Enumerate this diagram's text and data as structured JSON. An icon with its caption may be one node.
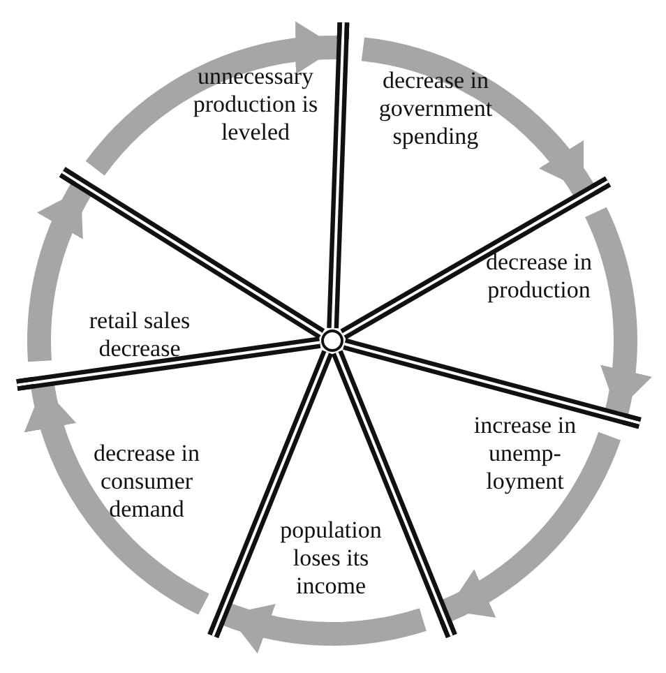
{
  "diagram": {
    "nodes": [
      {
        "text": [
          "unnecessary production is leveled"
        ]
      },
      {
        "text": [
          "decrease in government spending"
        ]
      },
      {
        "text": [
          "decrease in production"
        ]
      },
      {
        "text": [
          "increase in unemp-loyment"
        ]
      },
      {
        "text": [
          "population loses its income"
        ]
      },
      {
        "text": [
          "decrease in consumer demand"
        ]
      },
      {
        "text": [
          "retail sales decrease"
        ]
      }
    ],
    "edges": [
      {
        "from": 0,
        "to": 1,
        "arrow": "to"
      },
      {
        "from": 1,
        "to": 2,
        "arrow": "to"
      },
      {
        "from": 2,
        "to": 3,
        "arrow": "to"
      },
      {
        "from": 3,
        "to": 4,
        "arrow": "to"
      },
      {
        "from": 4,
        "to": 5,
        "arrow": "to"
      },
      {
        "from": 5,
        "to": 6,
        "arrow": "to"
      },
      {
        "from": 6,
        "to": 0,
        "arrow": "to"
      }
    ]
  }
}
